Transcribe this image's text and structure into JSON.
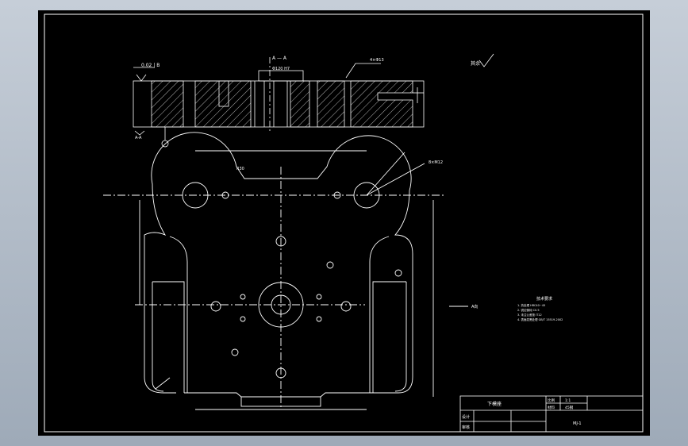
{
  "drawing": {
    "section_label": "A — A",
    "detail_label": "A向",
    "tolerance_frame": "0.02 | B",
    "top_left_label": "A-A",
    "width_label": "Φ120 H7",
    "leader_label": "4×Φ13",
    "hole_callout": "8×M12",
    "surface_mark": "其余",
    "angle_label": "R30",
    "notes": {
      "title": "技术要求",
      "lines": [
        "1. 热处理 HRC40~45",
        "2. 锐边倒钝 C0.5",
        "3. 未注公差按 IT12",
        "4. 表面发黑处理 GB/T 15519-2002"
      ]
    }
  },
  "title_block": {
    "part_name": "下模座",
    "designer_label": "设计",
    "checker_label": "审核",
    "material_label": "材料",
    "scale_label": "比例",
    "scale_value": "1:1",
    "material_value": "45钢",
    "drawing_number": "MJ-1"
  }
}
